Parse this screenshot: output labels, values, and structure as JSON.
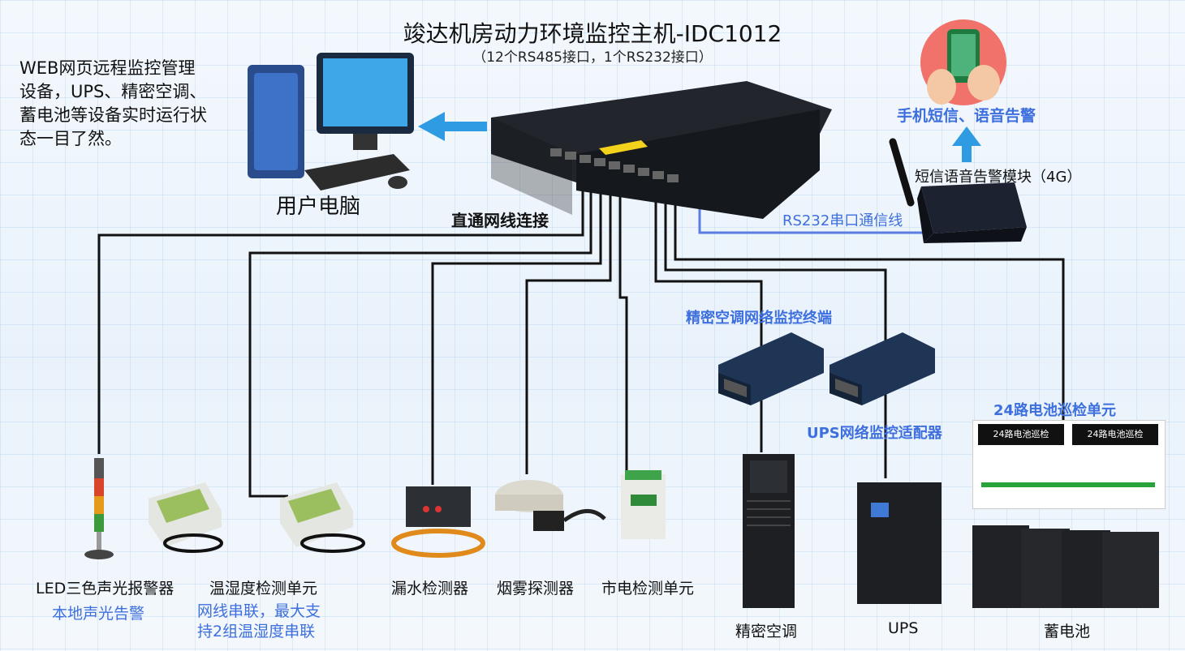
{
  "title": "竣达机房动力环境监控主机-IDC1012",
  "subtitle": "（12个RS485接口，1个RS232接口）",
  "description": "WEB网页远程监控管理\n设备，UPS、精密空调、\n蓄电池等设备实时运行状\n态一目了然。",
  "pc_label": "用户电脑",
  "cable_label": "直通网线连接",
  "rs232_label": "RS232串口通信线",
  "sms_module_label": "短信语音告警模块（4G）",
  "phone_label": "手机短信、语音告警",
  "ac_terminal_label": "精密空调网络监控终端",
  "ups_adapter_label": "UPS网络监控适配器",
  "battery_unit_label": "24路电池巡检单元",
  "battery_panel_1": "24路电池巡检",
  "battery_panel_2": "24路电池巡检",
  "devices": {
    "led": "LED三色声光报警器",
    "led_sub": "本地声光告警",
    "th": "温湿度检测单元",
    "th_sub": "网线串联，最大支\n持2组温湿度串联",
    "water": "漏水检测器",
    "smoke": "烟雾探测器",
    "mains": "市电检测单元",
    "ac": "精密空调",
    "ups": "UPS",
    "battery": "蓄电池"
  },
  "colors": {
    "accent": "#3d6fde",
    "arrow": "#2e9be3",
    "line": "#111111",
    "rs232_line": "#5a7de0"
  },
  "icons": [
    "computer-icon",
    "arrow-left-icon",
    "arrow-up-icon",
    "phone-icon",
    "antenna-icon"
  ]
}
